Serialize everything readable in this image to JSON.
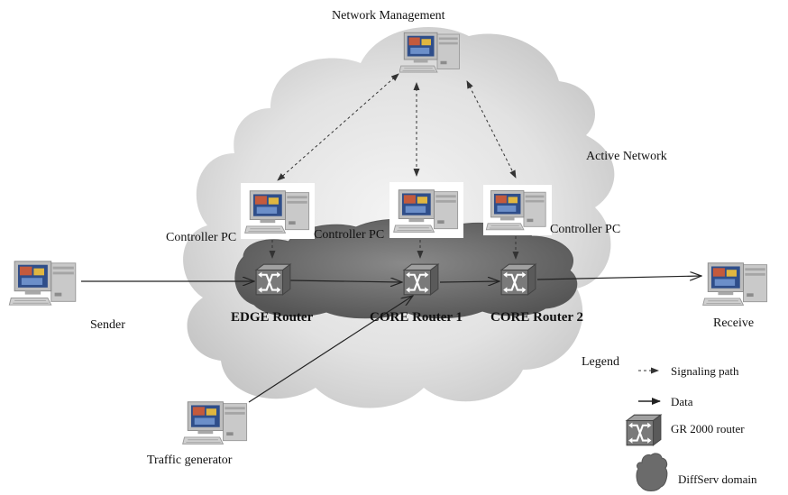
{
  "labels": {
    "network_management": "Network Management",
    "active_network": "Active Network",
    "controller_pc_1": "Controller PC",
    "controller_pc_2": "Controller PC",
    "controller_pc_3": "Controller  PC",
    "sender": "Sender",
    "receive": "Receive",
    "traffic_generator": "Traffic generator",
    "edge_router": "EDGE Router",
    "core_router_1": "CORE Router 1",
    "core_router_2": "CORE Router 2"
  },
  "legend": {
    "title": "Legend",
    "signaling_path": "Signaling path",
    "data": "Data",
    "router": "GR 2000 router",
    "domain": "DiffServ domain"
  },
  "icons": {
    "computer": "computer-icon",
    "router": "router-icon",
    "cloud": "cloud-shape",
    "domain": "diffserv-domain-shape"
  },
  "colors": {
    "cloud_fill": "#d9d9d9",
    "domain_fill": "#6b6b6b",
    "router_fill": "#7a7a7a",
    "line": "#222222",
    "text": "#111111"
  }
}
